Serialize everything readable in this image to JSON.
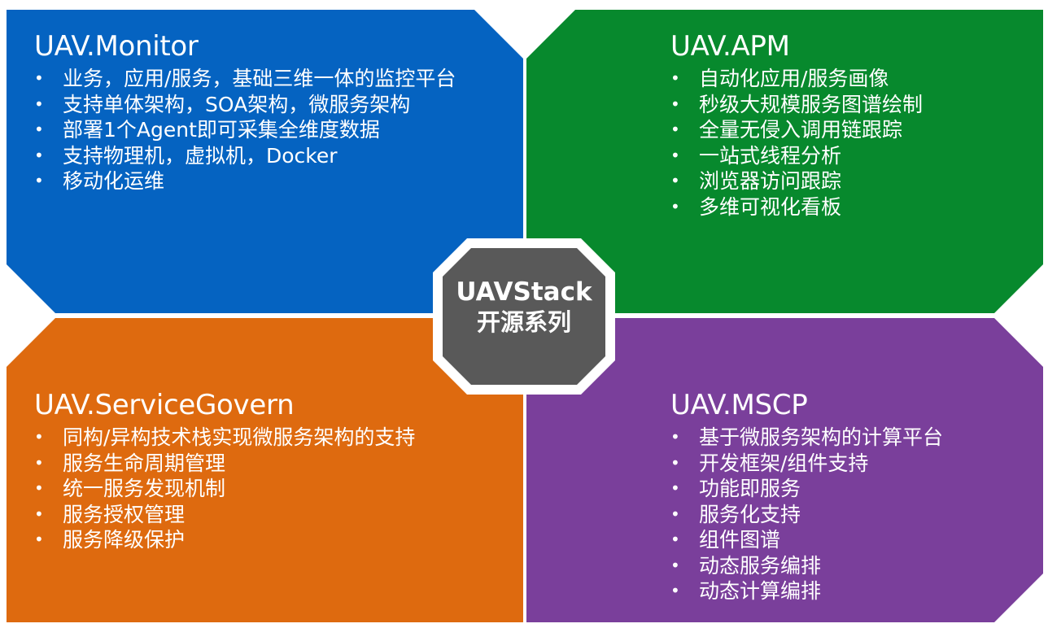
{
  "colors": {
    "monitor": "#0563c1",
    "apm": "#07892d",
    "service_govern": "#de6a0f",
    "mscp": "#7a3f9b",
    "center": "#595959",
    "text": "#ffffff"
  },
  "center": {
    "line1": "UAVStack",
    "line2": "开源系列"
  },
  "quadrants": {
    "monitor": {
      "title": "UAV.Monitor",
      "items": [
        "业务，应用/服务，基础三维一体的监控平台",
        "支持单体架构，SOA架构，微服务架构",
        "部署1个Agent即可采集全维度数据",
        "支持物理机，虚拟机，Docker",
        "移动化运维"
      ]
    },
    "apm": {
      "title": "UAV.APM",
      "items": [
        "自动化应用/服务画像",
        "秒级大规模服务图谱绘制",
        "全量无侵入调用链跟踪",
        "一站式线程分析",
        "浏览器访问跟踪",
        "多维可视化看板"
      ]
    },
    "service_govern": {
      "title": "UAV.ServiceGovern",
      "items": [
        "同构/异构技术栈实现微服务架构的支持",
        "服务生命周期管理",
        "统一服务发现机制",
        "服务授权管理",
        "服务降级保护"
      ]
    },
    "mscp": {
      "title": "UAV.MSCP",
      "items": [
        "基于微服务架构的计算平台",
        "开发框架/组件支持",
        "功能即服务",
        "服务化支持",
        "组件图谱",
        "动态服务编排",
        "动态计算编排"
      ]
    }
  }
}
